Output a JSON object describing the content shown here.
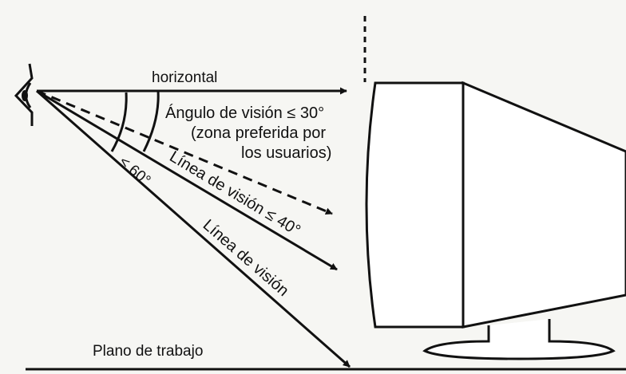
{
  "labels": {
    "horizontal": "horizontal",
    "viewing_angle_line1": "Ángulo de visión ≤ 30°",
    "viewing_angle_line2": "(zona preferida por",
    "viewing_angle_line3": "los usuarios)",
    "sight_line_40": "Línea de visión ≤ 40°",
    "angle_60": "≤ 60°",
    "sight_line": "Línea de visión",
    "work_plane": "Plano de trabajo"
  },
  "icons": {
    "eye": "eye-icon",
    "monitor": "crt-monitor-icon"
  },
  "colors": {
    "ink": "#111111",
    "background": "#f6f6f3"
  }
}
